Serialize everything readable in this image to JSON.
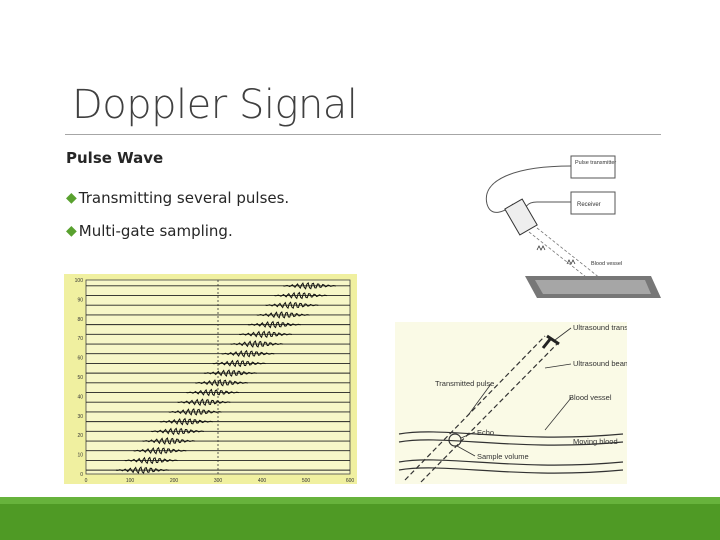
{
  "slide": {
    "title": "Doppler Signal",
    "subtitle": "Pulse Wave",
    "bullets": [
      "Transmitting several pulses.",
      "Multi-gate sampling."
    ],
    "bullet_marker": "diamond",
    "colors": {
      "accent": "#59a12f",
      "footer": "#4f9a25",
      "chart_bg": "#f0f0a0"
    }
  },
  "chart_data": {
    "type": "line",
    "title": "",
    "xlabel": "",
    "ylabel": "",
    "x_ticks": [
      "0",
      "100",
      "200",
      "300",
      "400",
      "500",
      "600"
    ],
    "y_ticks": [
      "0",
      "10",
      "20",
      "30",
      "40",
      "50",
      "60",
      "70",
      "80",
      "90",
      "100"
    ],
    "xlim": [
      0,
      600
    ],
    "ylim": [
      0,
      100
    ],
    "grid": true
  },
  "doppler_figure": {
    "labels": [
      "Pulse transmitter",
      "Receiver",
      "Blood vessel"
    ]
  },
  "diagram": {
    "labels": [
      "Ultrasound transducer",
      "Ultrasound beam",
      "Transmitted pulse",
      "Blood vessel",
      "Echo",
      "Moving blood",
      "Sample volume"
    ]
  }
}
